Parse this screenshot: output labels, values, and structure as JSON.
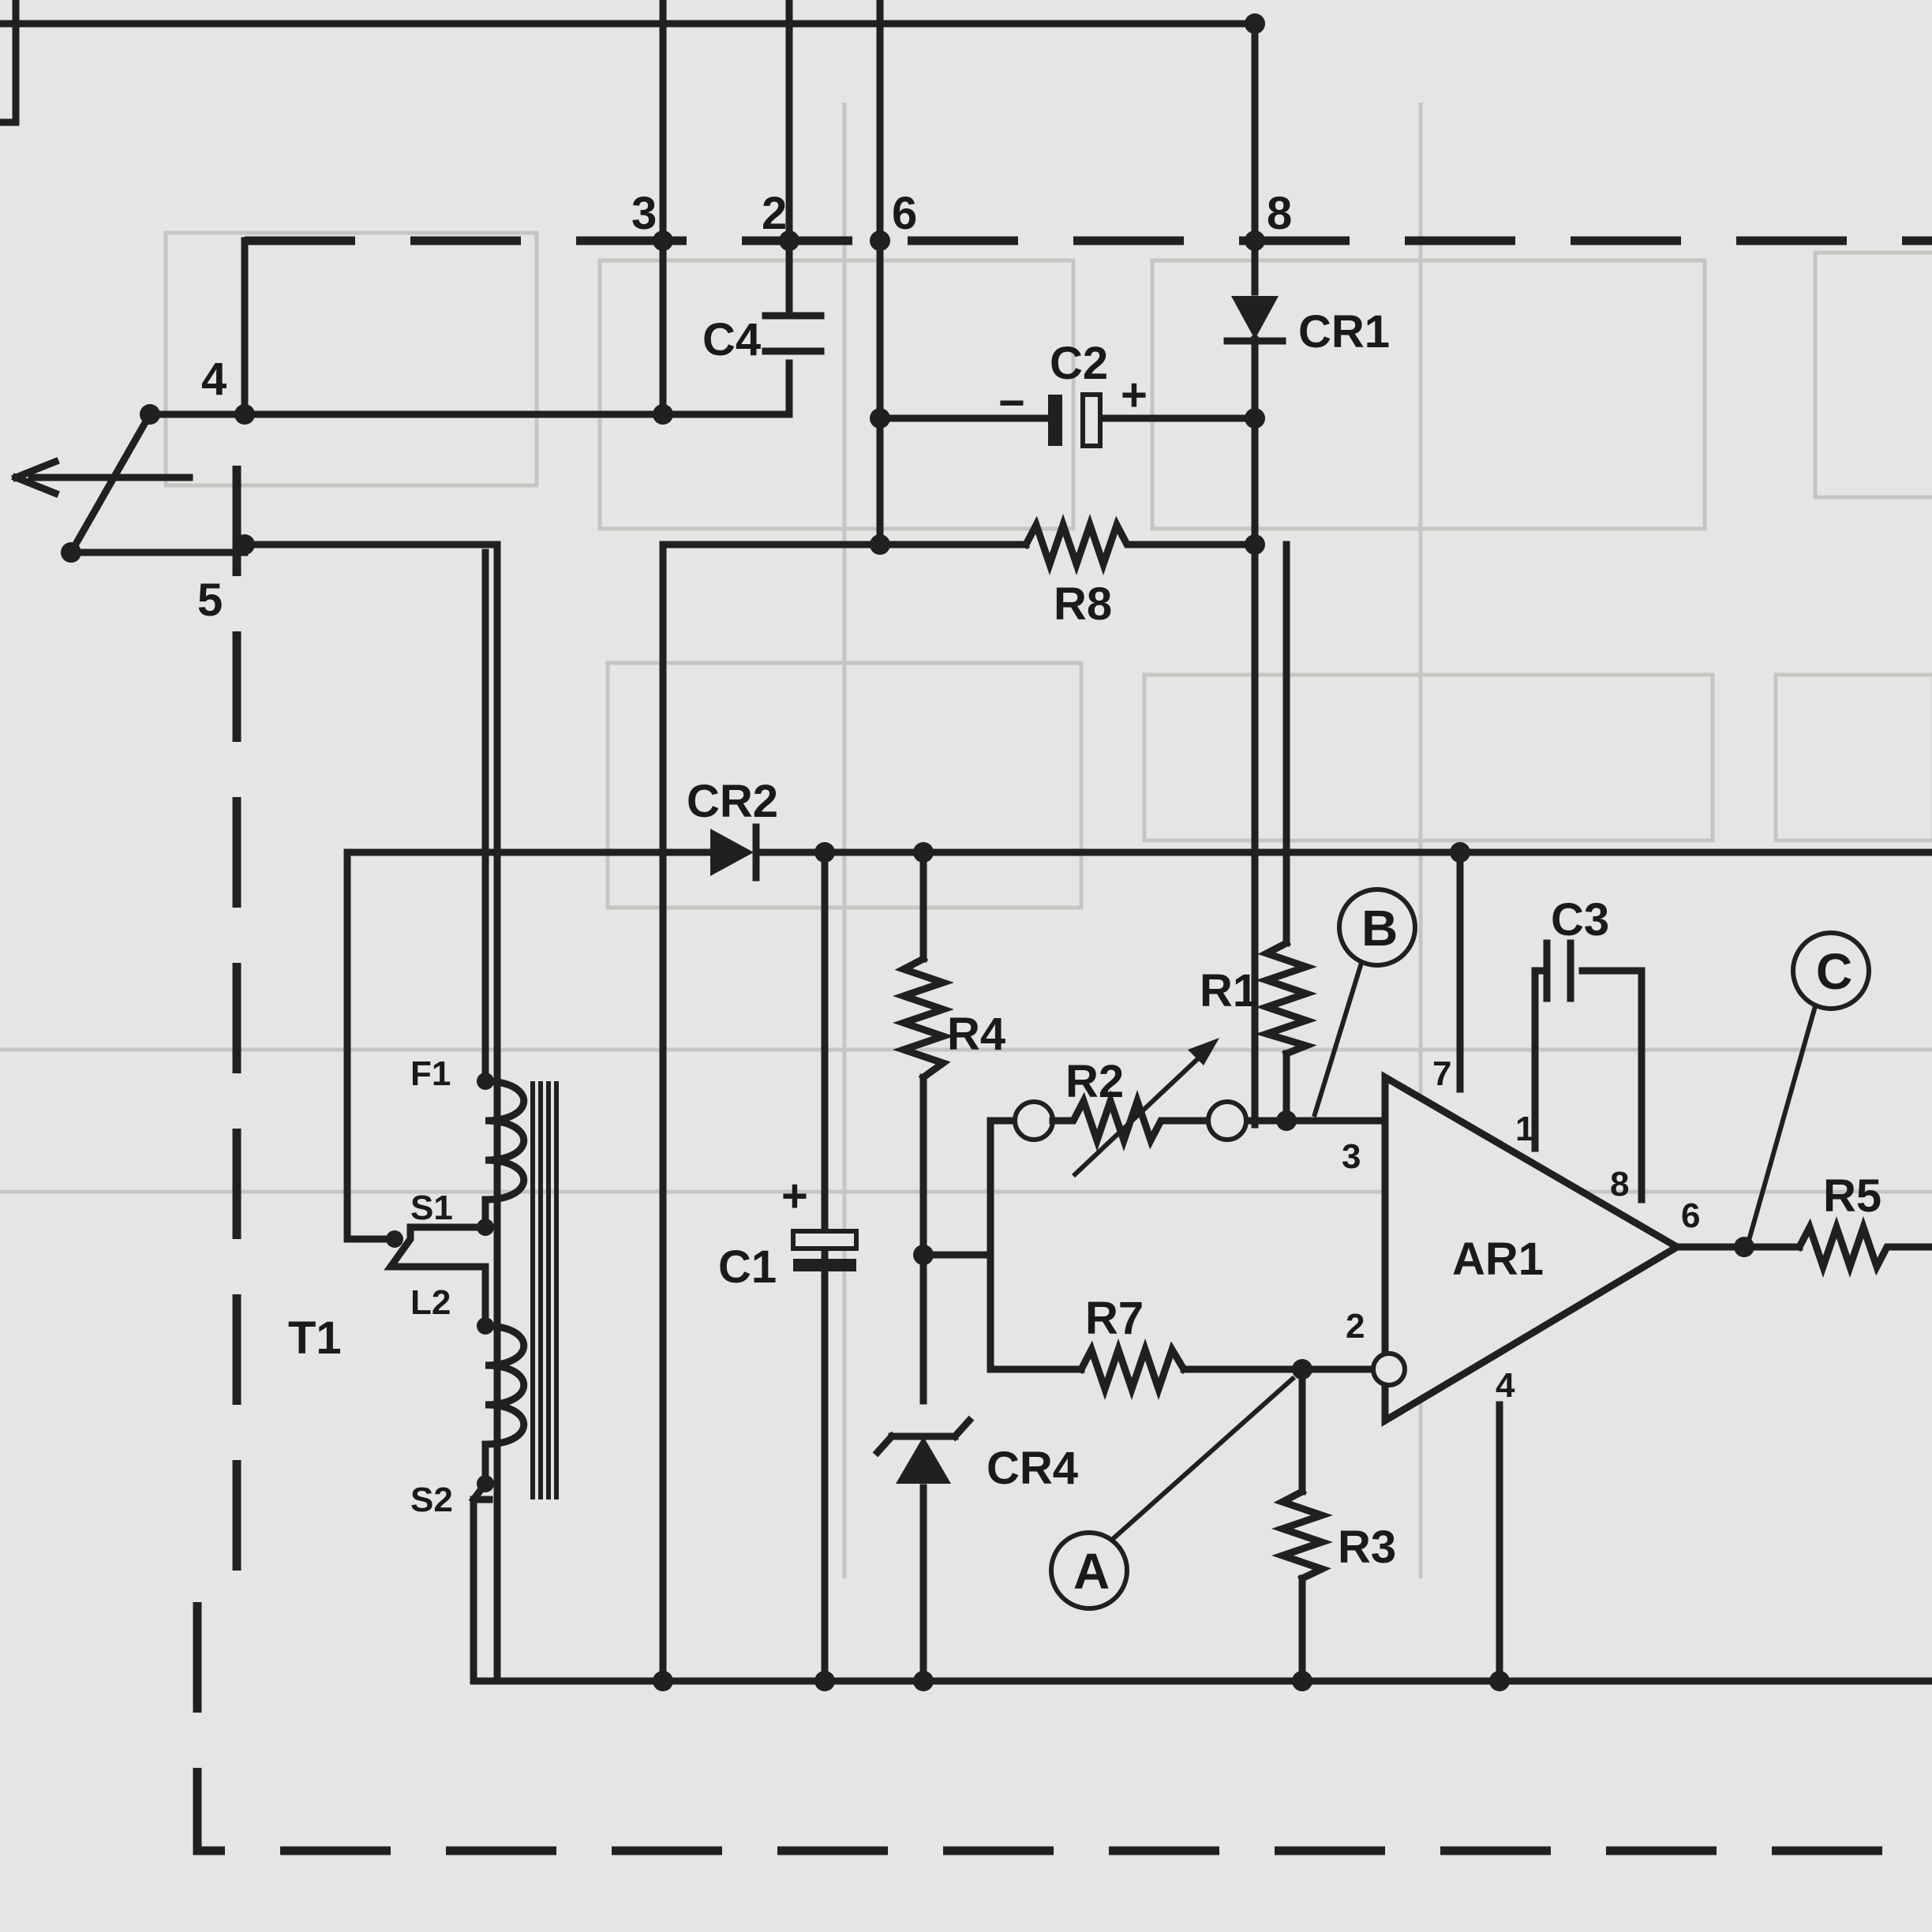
{
  "connector": {
    "pin_3": "3",
    "pin_2": "2",
    "pin_6": "6",
    "pin_8": "8",
    "pin_4": "4",
    "pin_5": "5"
  },
  "components": {
    "c4": "C4",
    "c2": "C2",
    "cr1": "CR1",
    "r8": "R8",
    "cr2": "CR2",
    "r4": "R4",
    "r1": "R1",
    "r2": "R2",
    "c1": "C1",
    "cr4": "CR4",
    "r7": "R7",
    "r3": "R3",
    "c3": "C3",
    "r5": "R5",
    "ar1": "AR1",
    "t1": "T1"
  },
  "polarity": {
    "c2_minus": "−",
    "c2_plus": "+",
    "c1_plus": "+"
  },
  "transformer_taps": {
    "f1": "F1",
    "s1": "S1",
    "l2": "L2",
    "s2": "S2"
  },
  "opamp_pins": {
    "p7": "7",
    "p1": "1",
    "p3": "3",
    "p8": "8",
    "p6": "6",
    "p2": "2",
    "p4": "4"
  },
  "test_points": {
    "a": "A",
    "b": "B",
    "c": "C"
  }
}
